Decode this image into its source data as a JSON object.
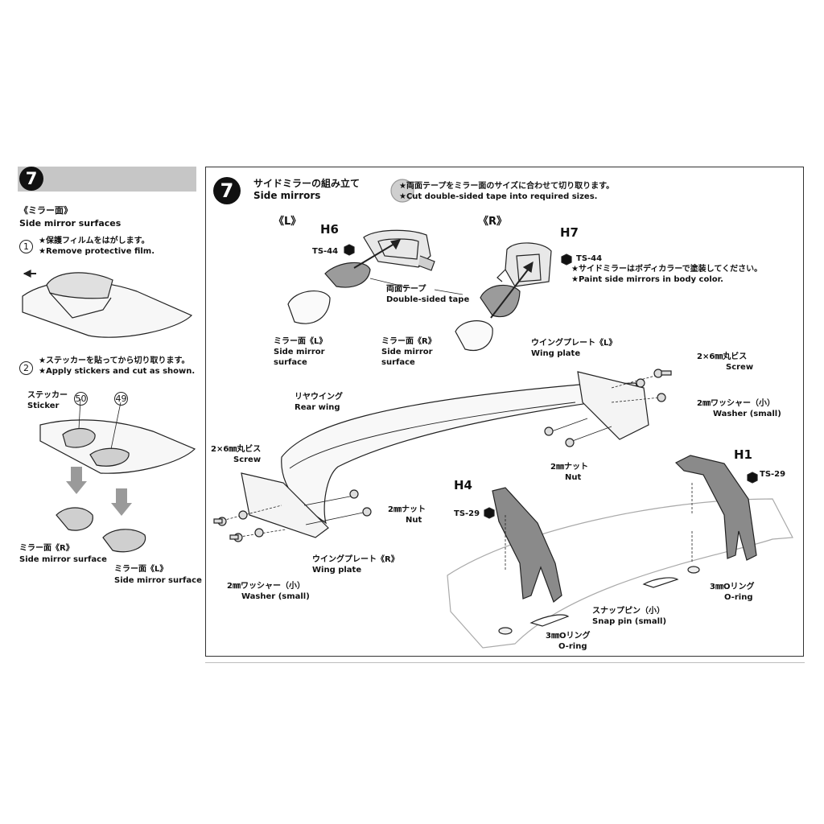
{
  "left_panel": {
    "step_number": "7",
    "section_title_ja": "《ミラー面》",
    "section_title_en": "Side mirror surfaces",
    "step1": {
      "num": "1",
      "text_ja": "★保護フィルムをはがします。",
      "text_en": "★Remove protective film."
    },
    "step2": {
      "num": "2",
      "text_ja": "★ステッカーを貼ってから切り取ります。",
      "text_en": "★Apply stickers and cut as shown."
    },
    "sticker_ja": "ステッカー",
    "sticker_en": "Sticker",
    "sticker_num_a": "50",
    "sticker_num_b": "49",
    "mirror_r_ja": "ミラー面《R》",
    "mirror_r_en": "Side mirror surface",
    "mirror_l_ja": "ミラー面《L》",
    "mirror_l_en": "Side mirror surface"
  },
  "main_panel": {
    "step_number": "7",
    "title_ja": "サイドミラーの組み立て",
    "title_en": "Side mirrors",
    "note_ja": "★両面テープをミラー面のサイズに合わせて切り取ります。",
    "note_en": "★Cut double-sided tape into required sizes.",
    "mirror_left_tag": "《L》",
    "mirror_right_tag": "《R》",
    "part_h6": "H6",
    "part_h7": "H7",
    "ts44_left": "TS-44",
    "ts44_right": "TS-44",
    "paint_note_ja": "★サイドミラーはボディカラーで塗装してください。",
    "paint_note_en": "★Paint side mirrors in body color.",
    "tape_ja": "両面テープ",
    "tape_en": "Double-sided tape",
    "mirror_surface_l_ja": "ミラー面《L》",
    "mirror_surface_l_en1": "Side mirror",
    "mirror_surface_l_en2": "surface",
    "mirror_surface_r_ja": "ミラー面《R》",
    "mirror_surface_r_en1": "Side mirror",
    "mirror_surface_r_en2": "surface",
    "wing_plate_l_ja": "ウイングプレート《L》",
    "wing_plate_l_en": "Wing plate",
    "screw_top_ja": "2×6㎜丸ビス",
    "screw_top_en": "Screw",
    "washer_top_ja": "2㎜ワッシャー（小）",
    "washer_top_en": "Washer (small)",
    "rear_wing_ja": "リヤウイング",
    "rear_wing_en": "Rear wing",
    "nut_top_ja": "2㎜ナット",
    "nut_top_en": "Nut",
    "screw_left_ja": "2×6㎜丸ビス",
    "screw_left_en": "Screw",
    "nut_mid_ja": "2㎜ナット",
    "nut_mid_en": "Nut",
    "washer_left_ja": "2㎜ワッシャー（小）",
    "washer_left_en": "Washer (small)",
    "wing_plate_r_ja": "ウイングプレート《R》",
    "wing_plate_r_en": "Wing plate",
    "part_h4": "H4",
    "part_h1": "H1",
    "ts29_left": "TS-29",
    "ts29_right": "TS-29",
    "oring_right_ja": "3㎜Oリング",
    "oring_right_en": "O-ring",
    "snap_pin_ja": "スナップピン（小）",
    "snap_pin_en": "Snap pin (small)",
    "oring_bottom_ja": "3㎜Oリング",
    "oring_bottom_en": "O-ring"
  }
}
